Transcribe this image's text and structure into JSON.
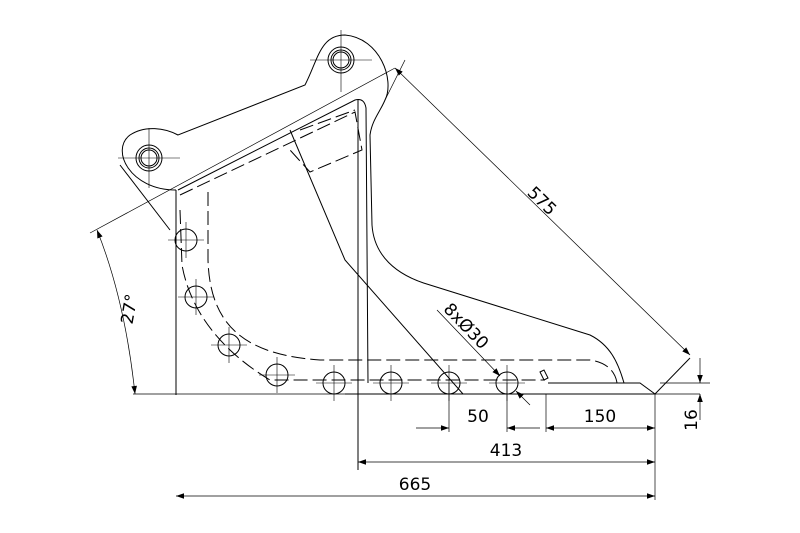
{
  "drawing": {
    "title": "bucket-profile",
    "dimensions": {
      "overall_length": "665",
      "front_length": "413",
      "cutting_edge": "150",
      "hole_pitch": "50",
      "edge_thickness": "16",
      "diagonal": "575",
      "angle": "27°",
      "holes": "8xØ30"
    },
    "hole_count": 8
  }
}
